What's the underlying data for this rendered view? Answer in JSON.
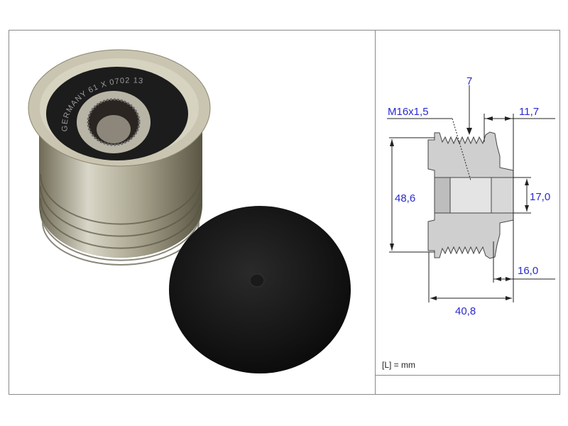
{
  "photo": {
    "engraving": "GERMANY 61 X 0702 13"
  },
  "drawing": {
    "belt_ribs": "7",
    "thread": "M16x1,5",
    "hub_length": "11,7",
    "outer_diameter": "48,6",
    "bore_diameter": "17,0",
    "hub_offset": "16,0",
    "total_width": "40,8",
    "unit_note": "[L] = mm"
  },
  "colors": {
    "dimension": "#2a2ad0"
  }
}
